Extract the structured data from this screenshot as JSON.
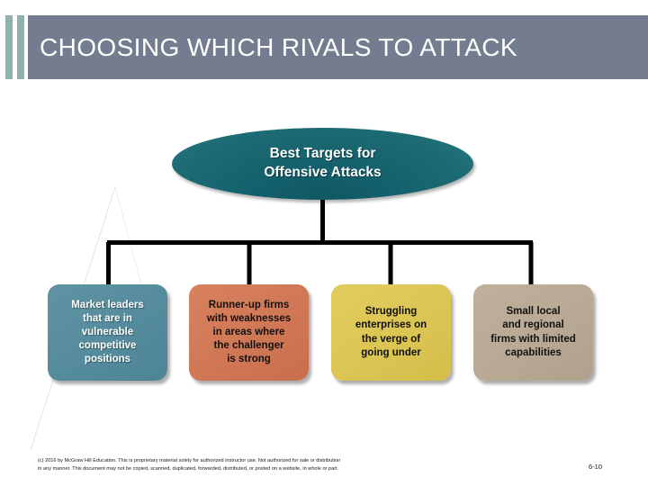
{
  "slide": {
    "title": "CHOOSING WHICH RIVALS TO ATTACK",
    "page_number": "6-10"
  },
  "colors": {
    "accent_bar": "#8fb3ac",
    "title_banner": "#737d8f",
    "oval": "#14616d",
    "box_1": "#558c9d",
    "box_2": "#d07755",
    "box_3": "#dcc553",
    "box_4": "#b8a994",
    "connector": "#000000"
  },
  "diagram": {
    "type": "tree",
    "root": {
      "label": "Best Targets for\nOffensive Attacks",
      "line1": "Best Targets for",
      "line2": "Offensive Attacks"
    },
    "nodes": [
      {
        "id": "market-leaders",
        "label": "Market leaders that are in vulnerable competitive positions",
        "lines": [
          "Market leaders",
          "that are in",
          "vulnerable",
          "competitive",
          "positions"
        ],
        "text_color": "light"
      },
      {
        "id": "runner-up-firms",
        "label": "Runner-up firms with weaknesses in areas where the challenger is strong",
        "lines": [
          "Runner-up firms",
          "with weaknesses",
          "in areas where",
          "the challenger",
          "is strong"
        ],
        "text_color": "dark"
      },
      {
        "id": "struggling-enterprises",
        "label": "Struggling enterprises on the verge of going under",
        "lines": [
          "Struggling",
          "enterprises on",
          "the verge of",
          "going under"
        ],
        "text_color": "dark"
      },
      {
        "id": "small-local-firms",
        "label": "Small local and regional firms with limited capabilities",
        "lines": [
          "Small local",
          "and regional",
          "firms with limited",
          "capabilities"
        ],
        "text_color": "dark"
      }
    ]
  },
  "footer": {
    "line1": "(c) 2016 by McGraw Hill Education. This is proprietary material solely for authorized instructor use. Not authorized for sale or distribution",
    "line2": "in any manner. This document may not be copied, scanned, duplicated, forwarded, distributed, or posted on a website, in whole or part."
  }
}
